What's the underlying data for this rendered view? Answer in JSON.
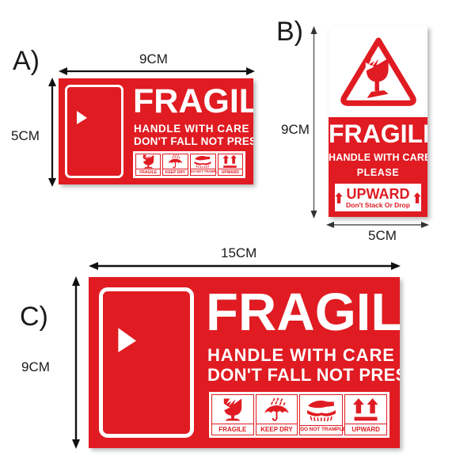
{
  "page": {
    "background": "#ffffff",
    "brand_red": "#E01B22",
    "ink": "#1a1a1a"
  },
  "panels": [
    {
      "letter": "A)",
      "dims": {
        "width": "9CM",
        "height": "5CM"
      },
      "label": {
        "headline": "FRAGILE",
        "lines": [
          "HANDLE WITH CARE",
          "DON'T FALL NOT PRESSURE"
        ],
        "icons": [
          {
            "caption": "FRAGILE",
            "icon": "broken-glass-icon"
          },
          {
            "caption": "KEEP DRY",
            "icon": "umbrella-rain-icon"
          },
          {
            "caption": "DO NOT TRAMPLE",
            "icon": "do-not-trample-icon"
          },
          {
            "caption": "UPWARD",
            "icon": "this-side-up-arrows-icon"
          }
        ],
        "main_icon": "broken-wine-glass-icon"
      }
    },
    {
      "letter": "B)",
      "dims": {
        "width": "5CM",
        "height": "9CM"
      },
      "label": {
        "warning_icon": "fragile-triangle-icon",
        "headline": "FRAGILE",
        "lines": [
          "HANDLE WITH CARE",
          "PLEASE"
        ],
        "upward": {
          "word": "UPWARD",
          "sub": "Don't Stack Or Drop",
          "icon": "up-arrow-icon"
        }
      }
    },
    {
      "letter": "C)",
      "dims": {
        "width": "15CM",
        "height": "9CM"
      },
      "label": {
        "headline": "FRAGILE",
        "lines": [
          "HANDLE WITH CARE",
          "DON'T FALL NOT PRESSURE"
        ],
        "icons": [
          {
            "caption": "FRAGILE",
            "icon": "broken-glass-icon"
          },
          {
            "caption": "KEEP DRY",
            "icon": "umbrella-rain-icon"
          },
          {
            "caption": "DO NOT TRAMPLE",
            "icon": "do-not-trample-icon"
          },
          {
            "caption": "UPWARD",
            "icon": "this-side-up-arrows-icon"
          }
        ],
        "main_icon": "broken-wine-glass-icon"
      }
    }
  ]
}
